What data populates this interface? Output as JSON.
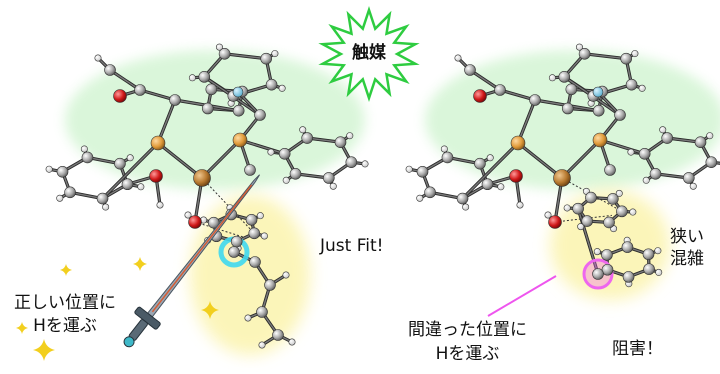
{
  "labels": {
    "catalyst": "触媒",
    "just_fit": "Just Fit!",
    "correct_line1": "正しい位置に",
    "correct_line2": "Hを運ぶ",
    "wrong_line1": "間違った位置に",
    "wrong_line2": "Hを運ぶ",
    "hindrance": "阻害！",
    "narrow_line1": "狭い",
    "narrow_line2": "混雑"
  },
  "icons": {
    "catalyst_burst": "starburst-icon",
    "sparkles": "sparkle-icon",
    "sword": "sword-icon"
  },
  "colors": {
    "catalyst_glow": "#7be07b",
    "substrate_glow": "#fbf3a8",
    "correct_highlight": "#3fd8f0",
    "wrong_highlight": "#ee66ee",
    "sparkle": "#f2cf1e",
    "phosphorus": "#e09a3a",
    "copper": "#c88a3a",
    "oxygen": "#d01818",
    "carbon": "#9a9a9a",
    "hydrogen": "#e8e8e8"
  }
}
